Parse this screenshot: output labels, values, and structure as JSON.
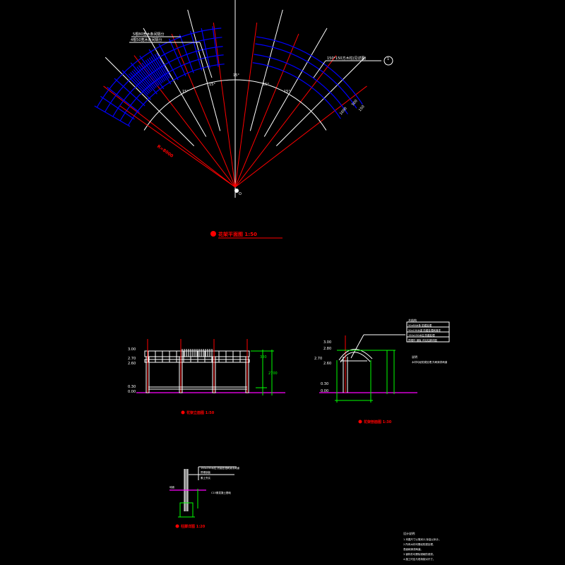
{
  "plan": {
    "title": "花架平面图 1:50",
    "symbol": "1",
    "notes": [
      "4根50宽木条间隔分",
      "5根80宽木条间隔分",
      "150*150方木柱(见详图)"
    ],
    "angle": "15°",
    "radius": "R=8000",
    "dims": [
      "150",
      "500",
      "1000"
    ],
    "center": "O"
  },
  "elevation": {
    "title": "花架立面图 1:50",
    "levels": [
      "3.00",
      "2.70",
      "2.60",
      "0.30",
      "0.00"
    ],
    "dims": [
      "300",
      "2700"
    ]
  },
  "section": {
    "title": "花架剖面图 1:30",
    "levels": [
      "3.00",
      "2.80",
      "2.70",
      "2.60",
      "0.30",
      "0.00"
    ],
    "table_title": "木结构",
    "table": [
      "50x80木条 防腐处理",
      "50x150木梁 防腐处理刷清漆",
      "150x150木柱 防腐处理",
      "预埋件 钢板 详见柱脚详图"
    ],
    "note_title": "说明",
    "note": "木材均经防腐处理,外刷清漆两道"
  },
  "detail": {
    "title": "柱脚详图 1:20",
    "labels": [
      "150x150木柱 防腐处理刷清漆两道",
      "预埋钢板",
      "素土夯实",
      "地面",
      "C15素混凝土基础"
    ]
  },
  "notes": {
    "title": "设计说明:",
    "lines": [
      "1.本图尺寸以毫米计,标高以米计。",
      "2.所有木材均需经防腐处理,",
      "  表面刷清漆两道。",
      "3.钢构件均需除锈刷防锈漆。",
      "4.施工时应与现场核对尺寸。"
    ]
  }
}
